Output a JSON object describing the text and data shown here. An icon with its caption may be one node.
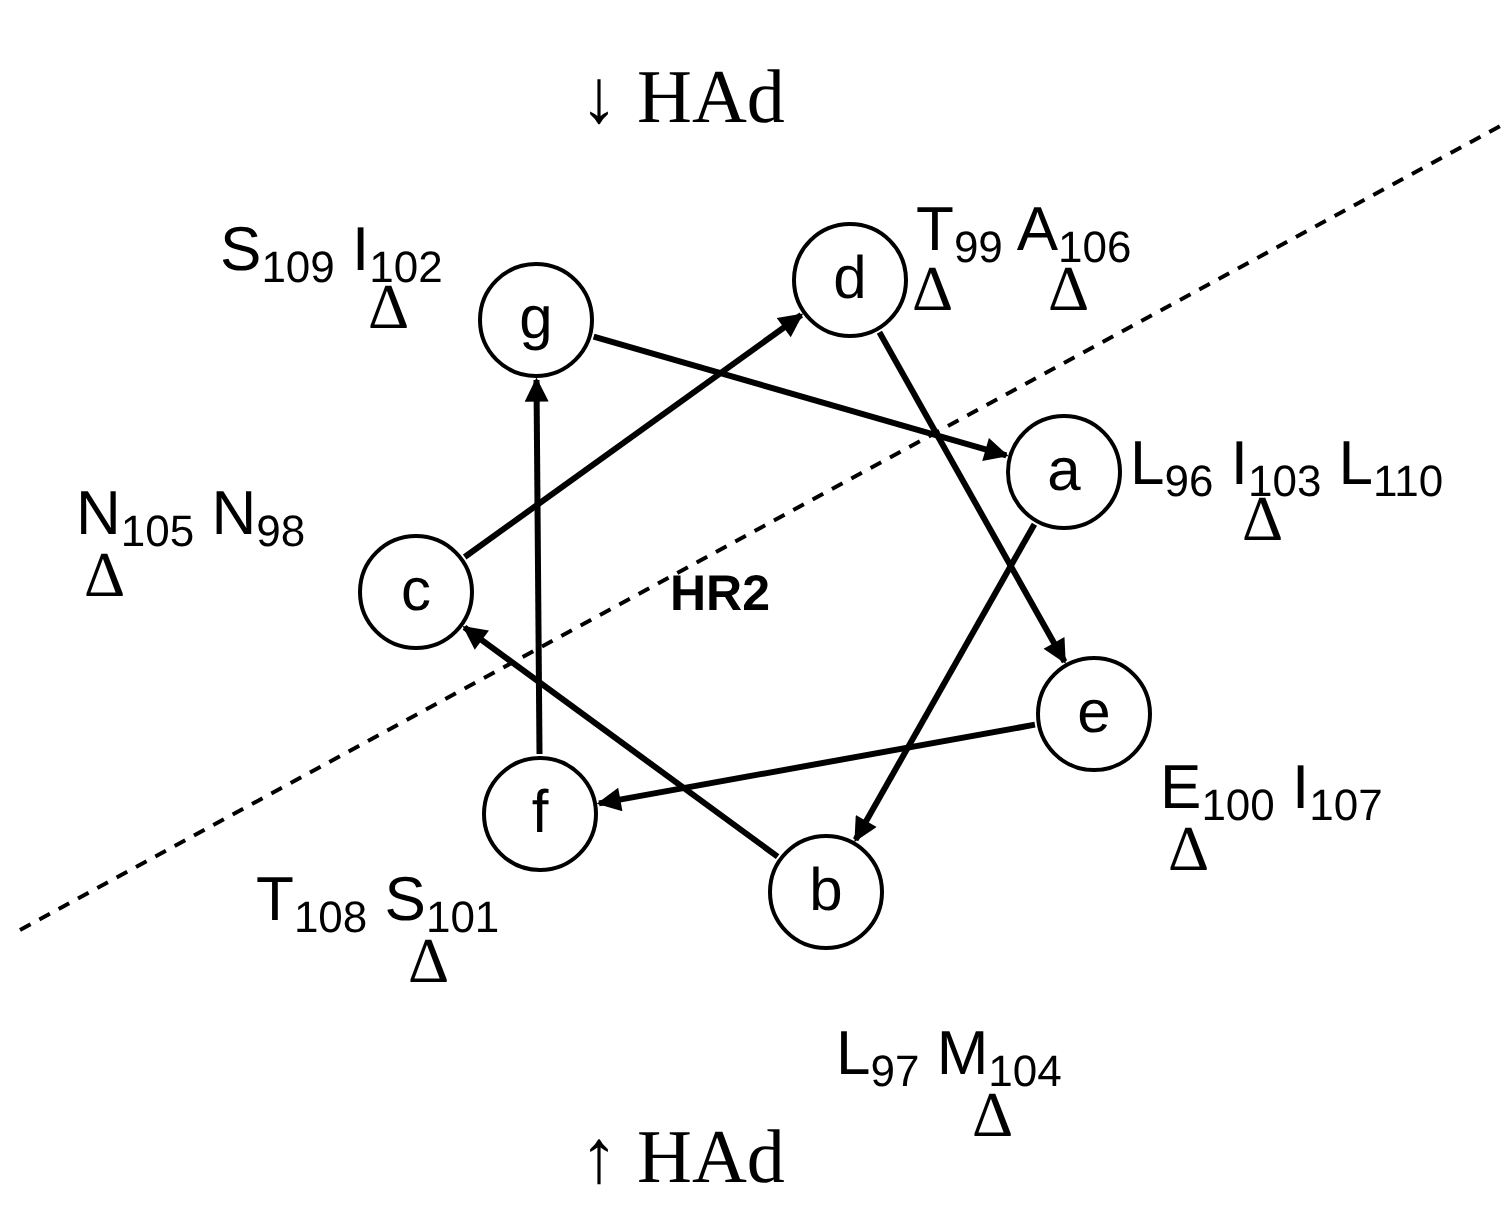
{
  "diagram": {
    "nodes": [
      {
        "text": [
          "d"
        ],
        "beside": [
          "T$_{99}$ A$_{106}$",
          "Δ",
          "Δ"
        ]
      },
      {
        "text": [
          "g"
        ],
        "beside": [
          "S$_{109}$ I$_{102}$",
          "Δ"
        ]
      },
      {
        "text": [
          "a"
        ],
        "beside": [
          "L$_{96}$ I$_{103}$ L$_{110}$",
          "Δ"
        ]
      },
      {
        "text": [
          "c"
        ],
        "beside": [
          "N$_{105}$ N$_{98}$",
          "Δ"
        ]
      },
      {
        "text": [
          "e"
        ],
        "beside": [
          "E$_{100}$ I$_{107}$",
          "Δ"
        ]
      },
      {
        "text": [
          "f"
        ],
        "beside": [
          "T$_{108}$ S$_{101}$",
          "Δ"
        ]
      },
      {
        "text": [
          "b"
        ],
        "beside": [
          "L$_{97}$ M$_{104}$",
          "Δ"
        ]
      }
    ],
    "edges": [
      {
        "from": 1,
        "to": 2,
        "arrow": "to"
      },
      {
        "from": 2,
        "to": 6,
        "arrow": "to"
      },
      {
        "from": 6,
        "to": 3,
        "arrow": "to"
      },
      {
        "from": 3,
        "to": 0,
        "arrow": "to"
      },
      {
        "from": 0,
        "to": 4,
        "arrow": "to"
      },
      {
        "from": 4,
        "to": 5,
        "arrow": "to"
      },
      {
        "from": 5,
        "to": 1,
        "arrow": "to"
      }
    ],
    "labels": [
      "↓ HAd",
      "HR2",
      "↑ HAd"
    ]
  }
}
